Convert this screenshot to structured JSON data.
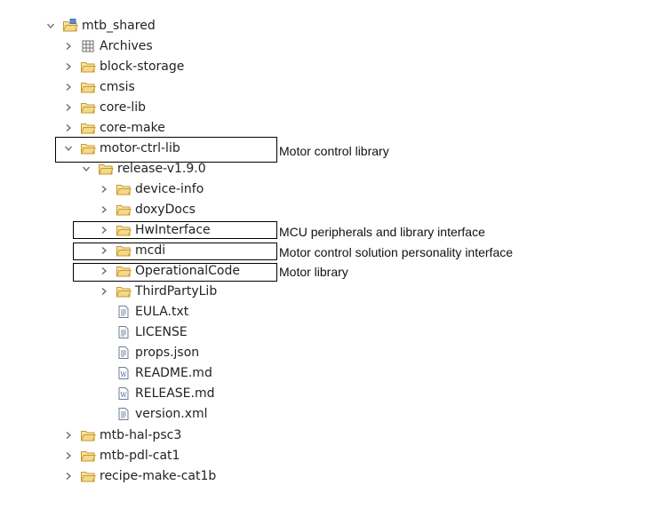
{
  "tree": {
    "root": {
      "label": "mtb_shared",
      "icon": "project-folder-icon",
      "expanded": true
    },
    "items": [
      {
        "label": "Archives",
        "icon": "archive-grid-icon",
        "expanded": false
      },
      {
        "label": "block-storage",
        "icon": "folder-icon",
        "expanded": false
      },
      {
        "label": "cmsis",
        "icon": "folder-icon",
        "expanded": false
      },
      {
        "label": "core-lib",
        "icon": "folder-icon",
        "expanded": false
      },
      {
        "label": "core-make",
        "icon": "folder-icon",
        "expanded": false
      },
      {
        "label": "motor-ctrl-lib",
        "icon": "folder-icon",
        "expanded": true
      },
      {
        "label": "release-v1.9.0",
        "icon": "folder-icon",
        "expanded": true
      },
      {
        "label": "device-info",
        "icon": "folder-icon",
        "expanded": false
      },
      {
        "label": "doxyDocs",
        "icon": "folder-icon",
        "expanded": false
      },
      {
        "label": "HwInterface",
        "icon": "folder-icon",
        "expanded": false
      },
      {
        "label": "mcdi",
        "icon": "folder-icon",
        "expanded": false
      },
      {
        "label": "OperationalCode",
        "icon": "folder-icon",
        "expanded": false
      },
      {
        "label": "ThirdPartyLib",
        "icon": "folder-icon",
        "expanded": false
      },
      {
        "label": "EULA.txt",
        "icon": "text-file-icon"
      },
      {
        "label": "LICENSE",
        "icon": "text-file-icon"
      },
      {
        "label": "props.json",
        "icon": "text-file-icon"
      },
      {
        "label": "README.md",
        "icon": "markdown-file-icon"
      },
      {
        "label": "RELEASE.md",
        "icon": "markdown-file-icon"
      },
      {
        "label": "version.xml",
        "icon": "text-file-icon"
      },
      {
        "label": "mtb-hal-psc3",
        "icon": "folder-icon",
        "expanded": false
      },
      {
        "label": "mtb-pdl-cat1",
        "icon": "folder-icon",
        "expanded": false
      },
      {
        "label": "recipe-make-cat1b",
        "icon": "folder-icon",
        "expanded": false
      }
    ]
  },
  "annotations": {
    "motor_ctrl_lib": "Motor control library",
    "hw_interface": "MCU peripherals and library interface",
    "mcdi": "Motor control solution personality interface",
    "operational_code": "Motor library"
  },
  "colors": {
    "folder_fill": "#f5d88a",
    "folder_stroke": "#c79a2d",
    "chevron": "#666666",
    "text": "#222222",
    "box_border": "#000000"
  }
}
